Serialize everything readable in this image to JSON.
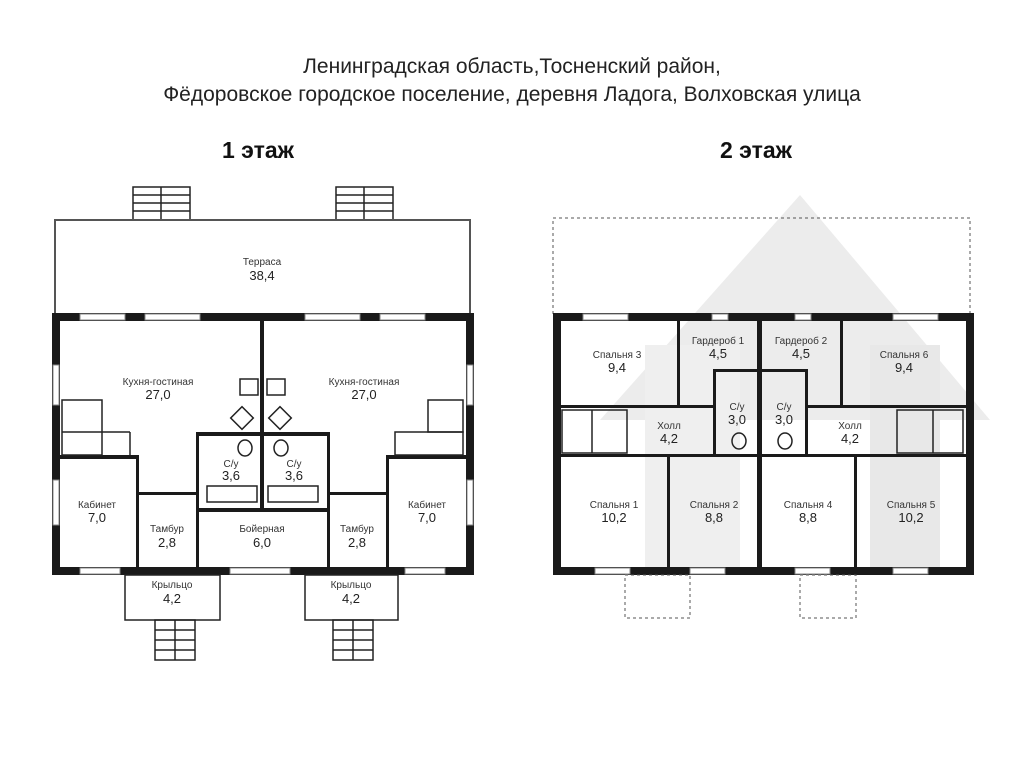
{
  "header": {
    "address_line1": "Ленинградская область,Тосненский район,",
    "address_line2": "Фёдоровское городское поселение, деревня Ладога, Волховская улица"
  },
  "floor1": {
    "title": "1 этаж",
    "rooms": [
      {
        "name": "Терраса",
        "area": "38,4"
      },
      {
        "name": "Кухня-гостиная",
        "area": "27,0"
      },
      {
        "name": "Кухня-гостиная",
        "area": "27,0"
      },
      {
        "name": "С/у",
        "area": "3,6"
      },
      {
        "name": "С/у",
        "area": "3,6"
      },
      {
        "name": "Кабинет",
        "area": "7,0"
      },
      {
        "name": "Тамбур",
        "area": "2,8"
      },
      {
        "name": "Бойерная",
        "area": "6,0"
      },
      {
        "name": "Тамбур",
        "area": "2,8"
      },
      {
        "name": "Кабинет",
        "area": "7,0"
      },
      {
        "name": "Крыльцо",
        "area": "4,2"
      },
      {
        "name": "Крыльцо",
        "area": "4,2"
      }
    ]
  },
  "floor2": {
    "title": "2 этаж",
    "rooms": [
      {
        "name": "Спальня 3",
        "area": "9,4"
      },
      {
        "name": "Гардероб 1",
        "area": "4,5"
      },
      {
        "name": "Гардероб 2",
        "area": "4,5"
      },
      {
        "name": "Спальня 6",
        "area": "9,4"
      },
      {
        "name": "С/у",
        "area": "3,0"
      },
      {
        "name": "С/у",
        "area": "3,0"
      },
      {
        "name": "Холл",
        "area": "4,2"
      },
      {
        "name": "Холл",
        "area": "4,2"
      },
      {
        "name": "Спальня 1",
        "area": "10,2"
      },
      {
        "name": "Спальня 2",
        "area": "8,8"
      },
      {
        "name": "Спальня 4",
        "area": "8,8"
      },
      {
        "name": "Спальня 5",
        "area": "10,2"
      }
    ]
  },
  "colors": {
    "walls": "#1a1a1a",
    "watermark": "#e3e3e3"
  }
}
